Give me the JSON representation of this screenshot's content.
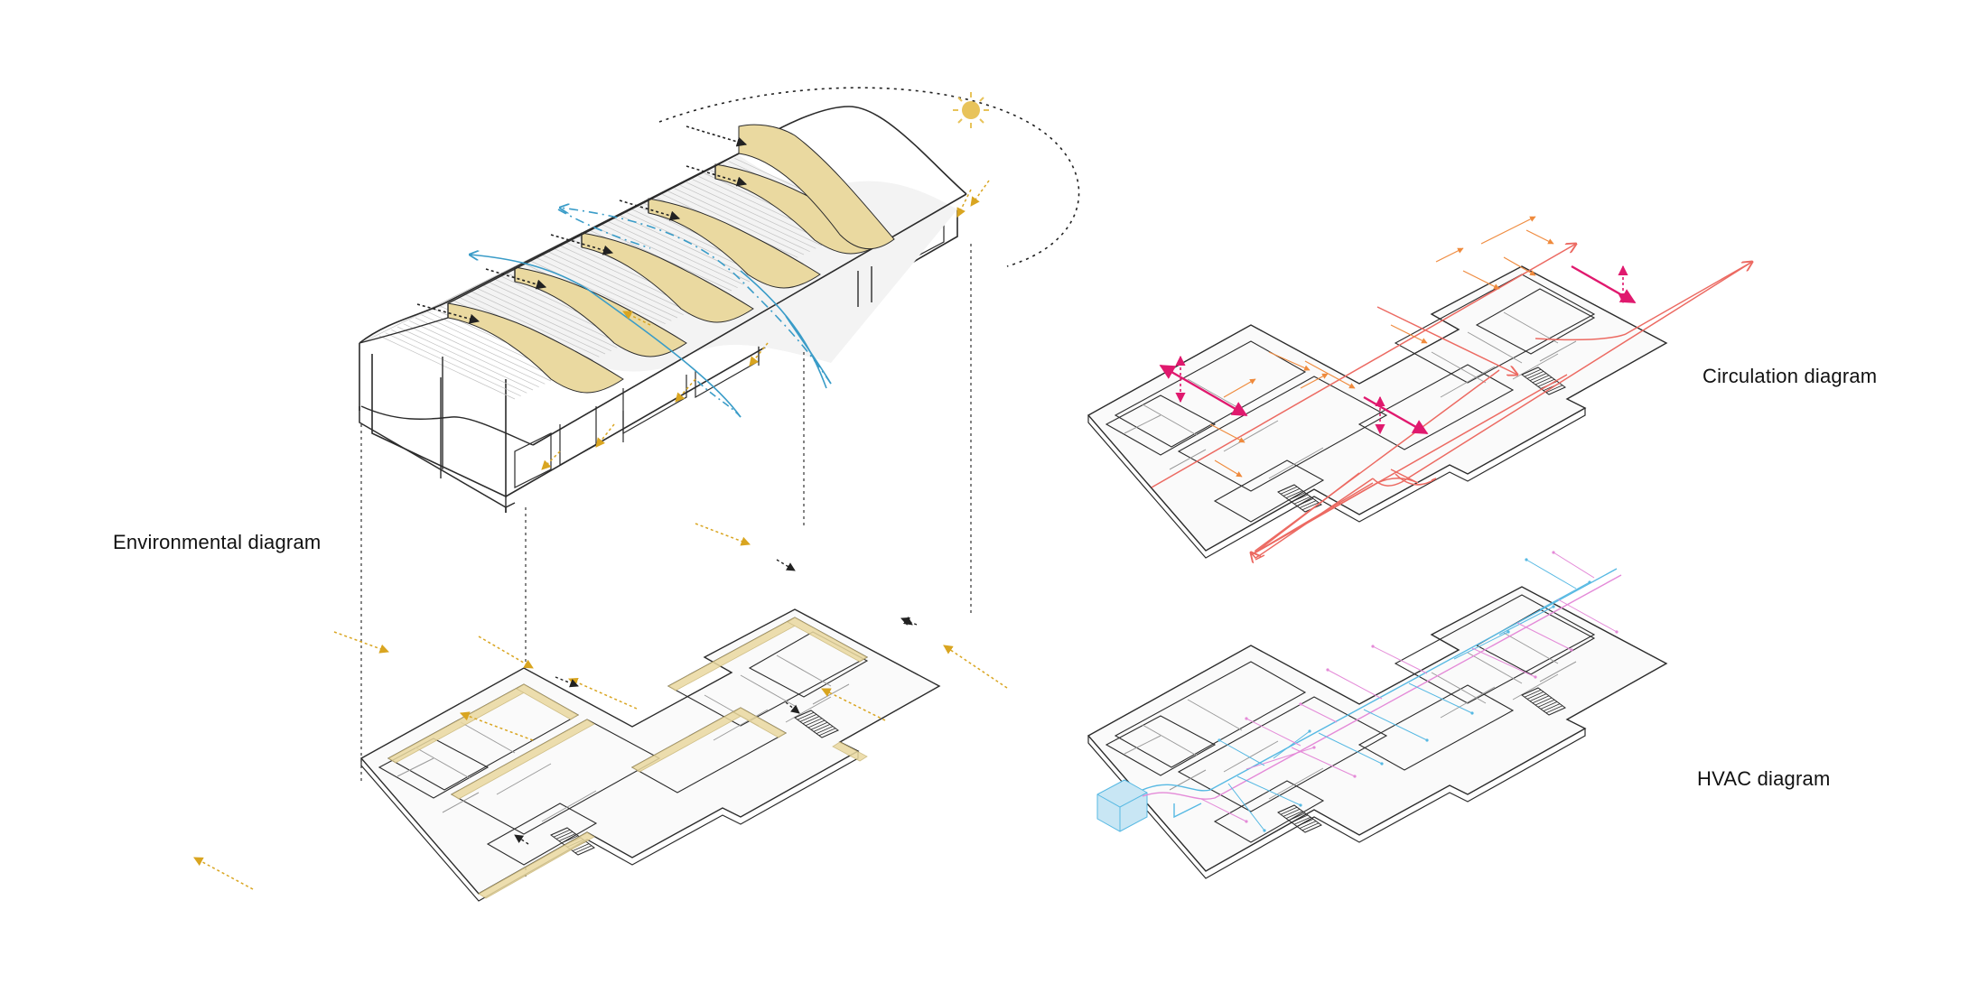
{
  "labels": {
    "environmental": "Environmental diagram",
    "circulation": "Circulation diagram",
    "hvac": "HVAC diagram"
  },
  "colors": {
    "line": "#2b2b2b",
    "thin": "#9a9a9a",
    "yellow_fill": "#ead9a0",
    "yellow_arrow": "#d9a520",
    "sun": "#e8c35a",
    "wind_blue": "#3a9cc8",
    "circulation_pink": "#e0196e",
    "circulation_orange": "#ef8a3c",
    "circulation_salmon": "#ec6a62",
    "hvac_blue": "#57b9e3",
    "hvac_pink": "#e48ad8",
    "hvac_unit": "#c8e6f4"
  },
  "icons": [
    "sun-icon",
    "wind-flow-arrows",
    "daylight-arrows",
    "staircase"
  ]
}
